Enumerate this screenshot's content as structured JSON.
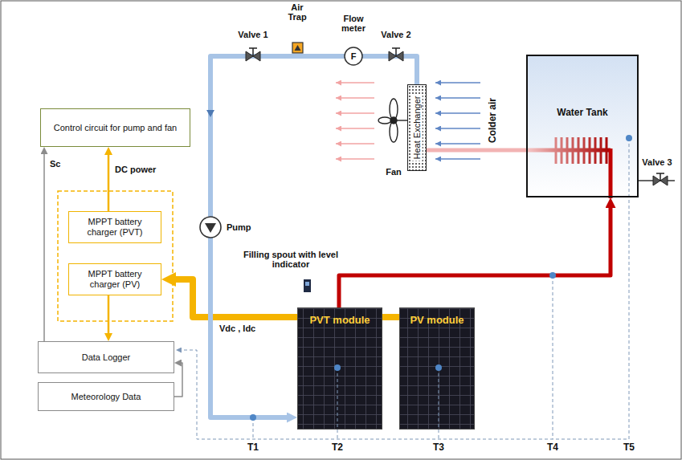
{
  "diagram": {
    "nodes": [
      {
        "text": [
          "Control circuit for pump and fan"
        ]
      },
      {
        "text": [
          "MPPT battery charger (PVT)"
        ]
      },
      {
        "text": [
          "MPPT battery charger (PV)"
        ]
      },
      {
        "text": [
          "Data Logger"
        ]
      },
      {
        "text": [
          "Meteorology Data"
        ]
      },
      {
        "text": [
          "Heat Exchanger"
        ]
      },
      {
        "text": [
          "Water Tank"
        ]
      },
      {
        "text": [
          "PVT module"
        ]
      },
      {
        "text": [
          "PV module"
        ]
      }
    ],
    "edges": [
      {
        "from": 3,
        "to": 0,
        "arrow": "to",
        "label": "Sc"
      },
      {
        "from": 1,
        "to": 0,
        "arrow": "to",
        "label": "DC power"
      },
      {
        "from": 2,
        "to": 3,
        "arrow": "to"
      },
      {
        "from": 4,
        "to": 3,
        "arrow": "to"
      },
      {
        "from": 7,
        "to": 2,
        "arrow": "to",
        "label": "Vdc , Idc"
      },
      {
        "from": 8,
        "to": 7,
        "arrow": "none"
      },
      {
        "from": 7,
        "to": 6,
        "arrow": "to"
      },
      {
        "from": 6,
        "to": 5,
        "arrow": "none"
      },
      {
        "from": 5,
        "to": 7,
        "arrow": "to"
      }
    ],
    "labels": [
      "Valve 1",
      "Air Trap",
      "Flow meter",
      "F",
      "Valve 2",
      "Fan",
      "Colder air",
      "Pump",
      "Filling spout with level indicator",
      "Valve 3",
      "T1",
      "T2",
      "T3",
      "T4",
      "T5"
    ]
  }
}
